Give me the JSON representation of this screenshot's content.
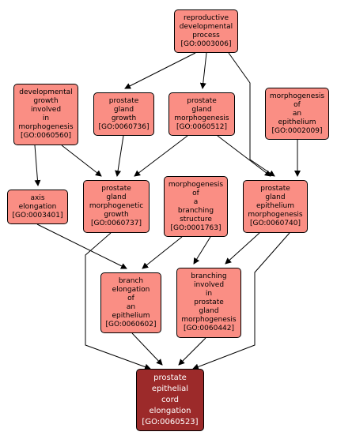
{
  "colors": {
    "node_fill": "#fa8e84",
    "target_fill": "#9c2a2a",
    "edge": "#000000"
  },
  "nodes": [
    {
      "id": "n3006",
      "lines": [
        "reproductive",
        "developmental",
        "process",
        "[GO:0003006]"
      ]
    },
    {
      "id": "n60560",
      "lines": [
        "developmental",
        "growth",
        "involved",
        "in",
        "morphogenesis",
        "[GO:0060560]"
      ]
    },
    {
      "id": "n60736",
      "lines": [
        "prostate",
        "gland",
        "growth",
        "[GO:0060736]"
      ]
    },
    {
      "id": "n60512",
      "lines": [
        "prostate",
        "gland",
        "morphogenesis",
        "[GO:0060512]"
      ]
    },
    {
      "id": "n2009",
      "lines": [
        "morphogenesis",
        "of",
        "an",
        "epithelium",
        "[GO:0002009]"
      ]
    },
    {
      "id": "n3401",
      "lines": [
        "axis",
        "elongation",
        "[GO:0003401]"
      ]
    },
    {
      "id": "n60737",
      "lines": [
        "prostate",
        "gland",
        "morphogenetic",
        "growth",
        "[GO:0060737]"
      ]
    },
    {
      "id": "n1763",
      "lines": [
        "morphogenesis",
        "of",
        "a",
        "branching",
        "structure",
        "[GO:0001763]"
      ]
    },
    {
      "id": "n60740",
      "lines": [
        "prostate",
        "gland",
        "epithelium",
        "morphogenesis",
        "[GO:0060740]"
      ]
    },
    {
      "id": "n60602",
      "lines": [
        "branch",
        "elongation",
        "of",
        "an",
        "epithelium",
        "[GO:0060602]"
      ]
    },
    {
      "id": "n60442",
      "lines": [
        "branching",
        "involved",
        "in",
        "prostate",
        "gland",
        "morphogenesis",
        "[GO:0060442]"
      ]
    },
    {
      "id": "n60523",
      "lines": [
        "prostate",
        "epithelial",
        "cord",
        "elongation",
        "[GO:0060523]"
      ],
      "target": true
    }
  ],
  "edges": [
    [
      "n3006",
      "n60736"
    ],
    [
      "n3006",
      "n60512"
    ],
    [
      "n3006",
      "n60740"
    ],
    [
      "n60560",
      "n3401"
    ],
    [
      "n60560",
      "n60737"
    ],
    [
      "n60736",
      "n60737"
    ],
    [
      "n60512",
      "n60737"
    ],
    [
      "n60512",
      "n60740"
    ],
    [
      "n2009",
      "n60740"
    ],
    [
      "n3401",
      "n60602"
    ],
    [
      "n60737",
      "n60523"
    ],
    [
      "n1763",
      "n60602"
    ],
    [
      "n1763",
      "n60442"
    ],
    [
      "n60740",
      "n60442"
    ],
    [
      "n60740",
      "n60523"
    ],
    [
      "n60602",
      "n60523"
    ],
    [
      "n60442",
      "n60523"
    ]
  ]
}
